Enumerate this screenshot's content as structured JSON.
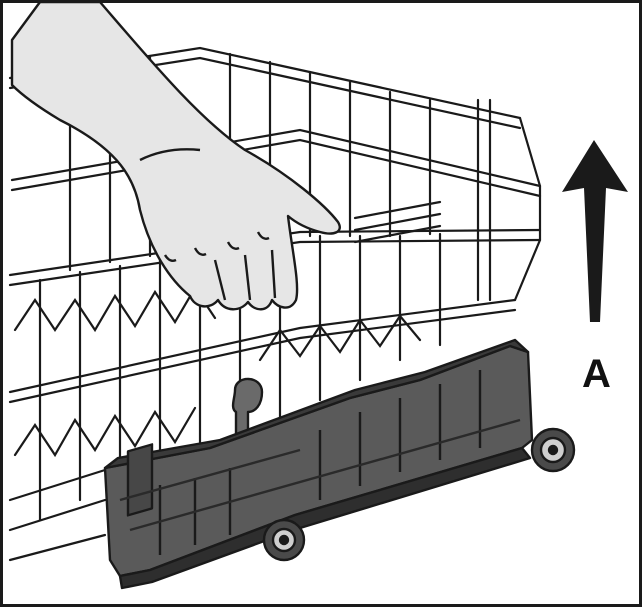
{
  "figure": {
    "label": "A",
    "arrow_direction": "up",
    "subject": "dishwasher-rack-adjuster",
    "colors": {
      "outline": "#1a1a1a",
      "background": "#ffffff",
      "hand_fill": "#e6e6e6",
      "adjuster_fill": "#5a5a5a",
      "adjuster_dark": "#2e2e2e",
      "arrow": "#1a1a1a"
    }
  }
}
